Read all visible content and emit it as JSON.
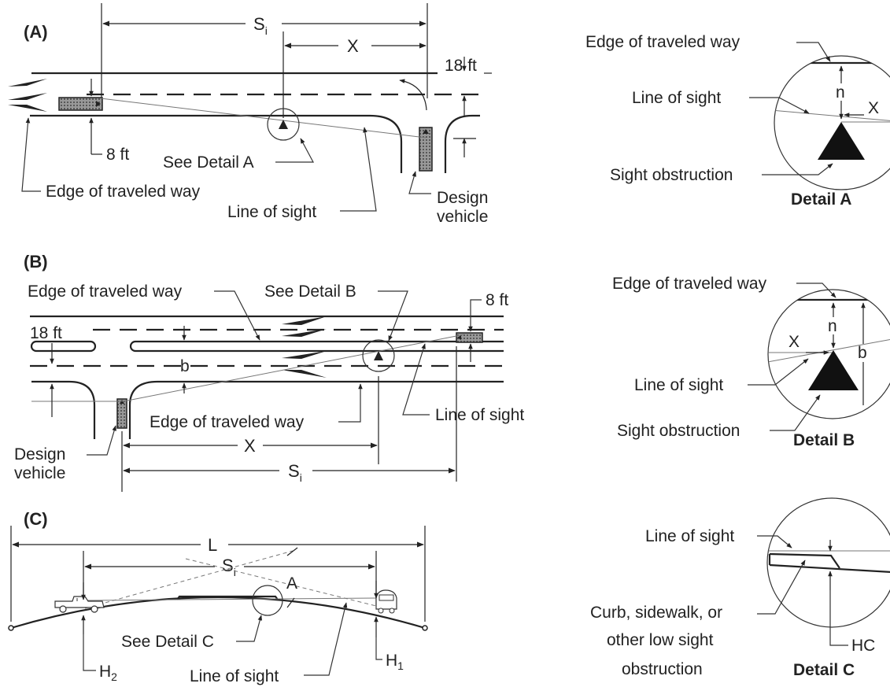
{
  "panels": {
    "a": {
      "letter": "(A)",
      "si_main": "S",
      "si_sub": "i",
      "x": "X",
      "dist_18": "18 ft",
      "dist_8": "8 ft",
      "see_detail": "See Detail A",
      "edge": "Edge of traveled way",
      "line_of_sight": "Line of sight",
      "design_1": "Design",
      "design_2": "vehicle"
    },
    "b": {
      "letter": "(B)",
      "edge_top": "Edge of traveled way",
      "see_detail": "See Detail B",
      "dist_8": "8 ft",
      "dist_18": "18 ft",
      "b": "b",
      "edge_bottom": "Edge of traveled way",
      "line_of_sight": "Line of sight",
      "design_1": "Design",
      "design_2": "vehicle",
      "x": "X",
      "si_main": "S",
      "si_sub": "i"
    },
    "c": {
      "letter": "(C)",
      "l": "L",
      "si_main": "S",
      "si_sub": "i",
      "a": "A",
      "see_detail": "See Detail C",
      "h2_main": "H",
      "h2_sub": "2",
      "h1_main": "H",
      "h1_sub": "1",
      "line_of_sight": "Line of sight"
    }
  },
  "details": {
    "a": {
      "edge": "Edge of traveled way",
      "line_of_sight": "Line of sight",
      "n": "n",
      "x": "X",
      "obstruction": "Sight obstruction",
      "title": "Detail A"
    },
    "b": {
      "edge": "Edge of traveled way",
      "n": "n",
      "x": "X",
      "b": "b",
      "line_of_sight": "Line of sight",
      "obstruction": "Sight obstruction",
      "title": "Detail B"
    },
    "c": {
      "line_of_sight": "Line of sight",
      "curb_1": "Curb, sidewalk, or",
      "curb_2": "other low sight",
      "curb_3": "obstruction",
      "hc": "HC",
      "title": "Detail C"
    }
  }
}
